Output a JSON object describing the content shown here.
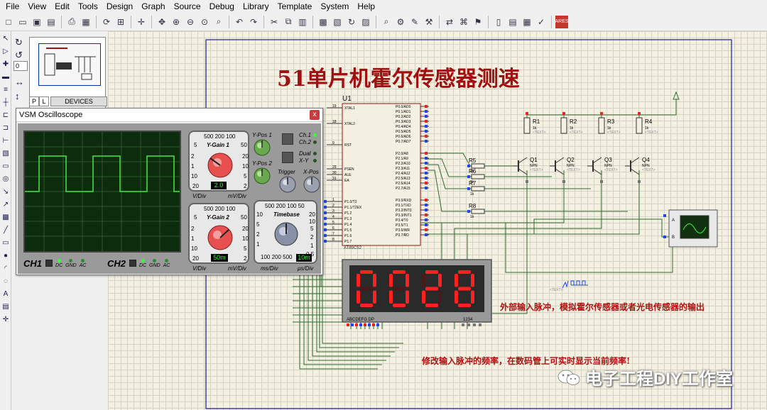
{
  "menu": [
    "File",
    "View",
    "Edit",
    "Tools",
    "Design",
    "Graph",
    "Source",
    "Debug",
    "Library",
    "Template",
    "System",
    "Help"
  ],
  "selector": {
    "zoom_value": "0",
    "tab_p": "P",
    "tab_l": "L",
    "devices_label": "DEVICES"
  },
  "schematic": {
    "title": "51单片机霍尔传感器测速",
    "mcu_ref": "U1",
    "mcu_part": "AT89C52",
    "mcu_pins_left": [
      "XTAL1",
      "XTAL2",
      "RST",
      "PSEN",
      "ALE",
      "EA",
      "P1.0/T2",
      "P1.1/T2EX",
      "P1.2",
      "P1.3",
      "P1.4",
      "P1.5",
      "P1.6",
      "P1.7"
    ],
    "mcu_pins_right_p0": [
      "P0.0/AD0",
      "P0.1/AD1",
      "P0.2/AD2",
      "P0.3/AD3",
      "P0.4/AD4",
      "P0.5/AD5",
      "P0.6/AD6",
      "P0.7/AD7"
    ],
    "mcu_pins_right_p2": [
      "P2.0/A8",
      "P2.1/A9",
      "P2.2/A10",
      "P2.3/A11",
      "P2.4/A12",
      "P2.5/A13",
      "P2.6/A14",
      "P2.7/A15"
    ],
    "mcu_pins_right_p3": [
      "P3.0/RXD",
      "P3.1/TXD",
      "P3.2/INT0",
      "P3.3/INT1",
      "P3.4/T0",
      "P3.5/T1",
      "P3.6/WR",
      "P3.7/RD"
    ],
    "pin_numbers_left": [
      "19",
      "18",
      "9",
      "29",
      "30",
      "31",
      "1",
      "2",
      "3",
      "4",
      "5",
      "6",
      "7",
      "8"
    ],
    "resistors_top": [
      "R1",
      "R2",
      "R3",
      "R4"
    ],
    "resistors_base": [
      "R5",
      "R6",
      "R7",
      "R8"
    ],
    "resistor_value": "1k",
    "transistors": [
      "Q1",
      "Q2",
      "Q3",
      "Q4"
    ],
    "transistor_type": "NPN",
    "text_placeholder": "<TEXT>",
    "display_digits": [
      "0",
      "0",
      "2",
      "8"
    ],
    "display_seg_label": "ABCDEFG  DP",
    "display_digit_label": "1234",
    "scope_pin_a": "A",
    "scope_pin_b": "B",
    "note_input": "外部输入脉冲，模拟霍尔传感器或者光电传感器的输出",
    "note_freq": "修改输入脉冲的频率，在数码管上可实时显示当前频率!",
    "watermark": "电子工程DIY工作室"
  },
  "oscilloscope": {
    "title": "VSM Oscilloscope",
    "close": "x",
    "ch1_label": "CH1",
    "ch2_label": "CH2",
    "coupling": [
      "DC",
      "GND",
      "AC"
    ],
    "ygain1_label": "Y-Gain 1",
    "ygain2_label": "Y-Gain 2",
    "ygain_ticks_top": "500 200 100",
    "ygain_ticks_left": [
      "5",
      "2",
      "1",
      "10",
      "20"
    ],
    "ygain_ticks_right": [
      "50",
      "20",
      "10",
      "5",
      "2"
    ],
    "ygain1_display": "2.0",
    "ygain1_units": [
      "V/Div",
      "mV/Div"
    ],
    "ygain2_display": "50m",
    "ygain2_units": [
      "V/Div",
      "mV/Div"
    ],
    "ypos1_label": "Y-Pos 1",
    "ypos2_label": "Y-Pos 2",
    "trigger_label": "Trigger",
    "xpos_label": "X-Pos",
    "ch_select": [
      "Ch.1",
      "Ch.2",
      "Dual",
      "X-Y"
    ],
    "timebase_label": "Timebase",
    "timebase_ticks_top": "500 200 100 50",
    "timebase_ticks_left": [
      "10",
      "5",
      "2",
      "1"
    ],
    "timebase_ticks_right": [
      "20",
      "10",
      "5",
      "2",
      "1",
      "0.5"
    ],
    "timebase_bottom": "100 200 500",
    "timebase_display": "10m",
    "timebase_units": [
      "ms/Div",
      "μs/Div"
    ]
  }
}
